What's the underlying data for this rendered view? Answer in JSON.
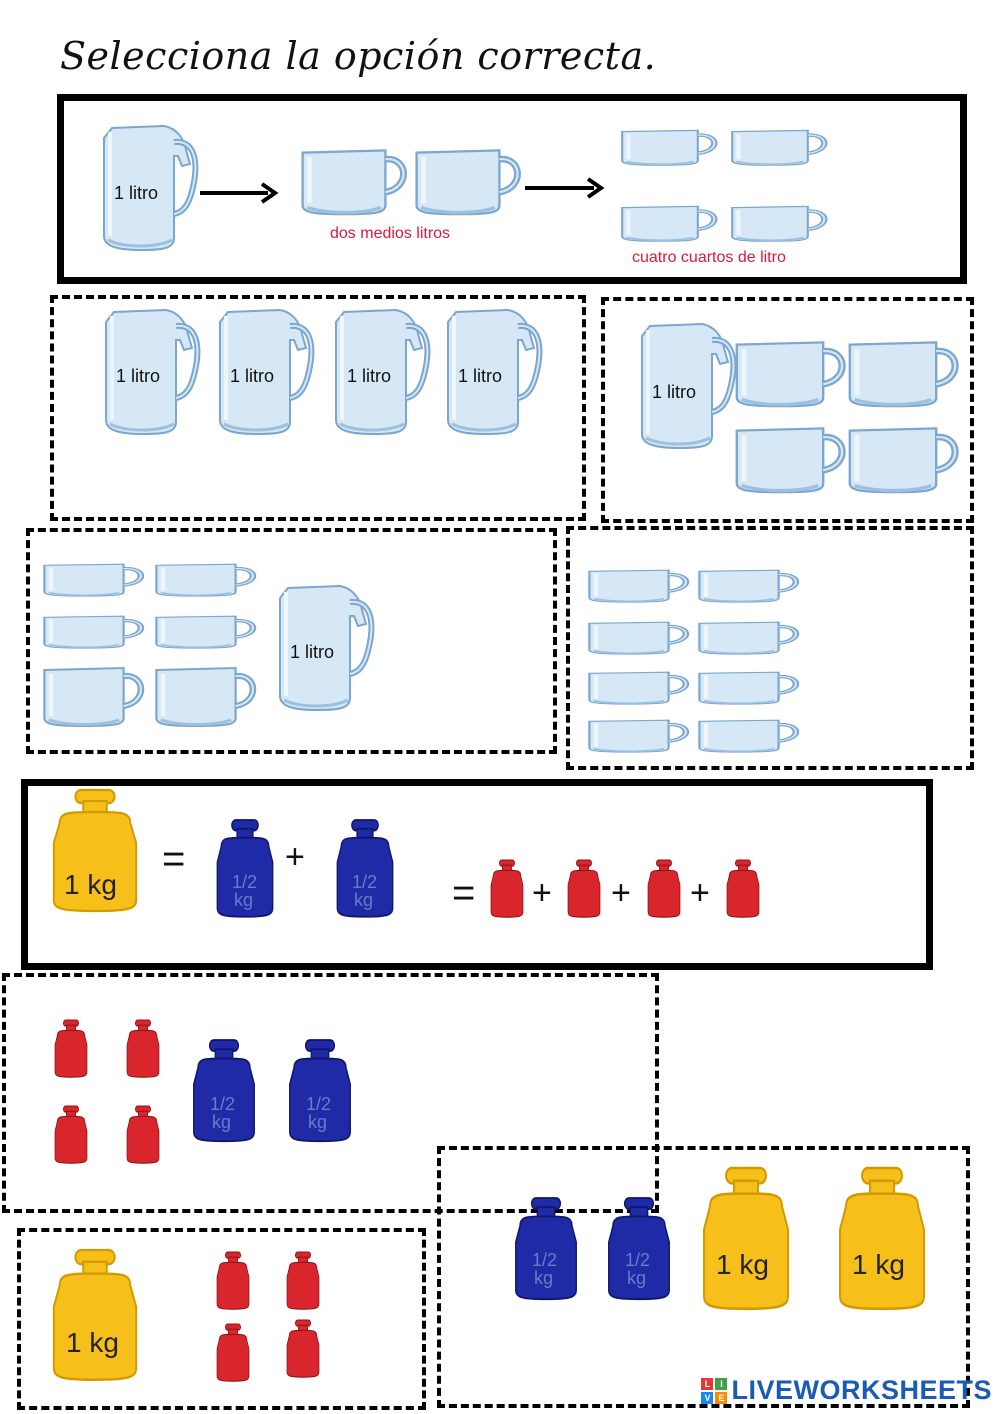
{
  "title": "Selecciona la opción correcta.",
  "units": {
    "liter": "1 litro",
    "kg": "1 kg",
    "half": "1/2",
    "half_kg": "kg"
  },
  "liquid_example": {
    "half_caption": "dos medios litros",
    "quarter_caption": "cuatro cuartos de litro"
  },
  "weight_example": {
    "equals": "=",
    "plus": "+"
  },
  "brand": {
    "name": "LIVEWORKSHEETS",
    "logo_letters": [
      "L",
      "I",
      "V",
      "E"
    ]
  },
  "colors": {
    "jug": "#cfe3f4",
    "jug_outline": "#6b9bc8",
    "caption_red": "#d81b3a",
    "kg_yellow": "#f7bf1a",
    "half_blue": "#1f2aa6",
    "quarter_red": "#d9262d",
    "brand_blue": "#1a5bb5"
  }
}
